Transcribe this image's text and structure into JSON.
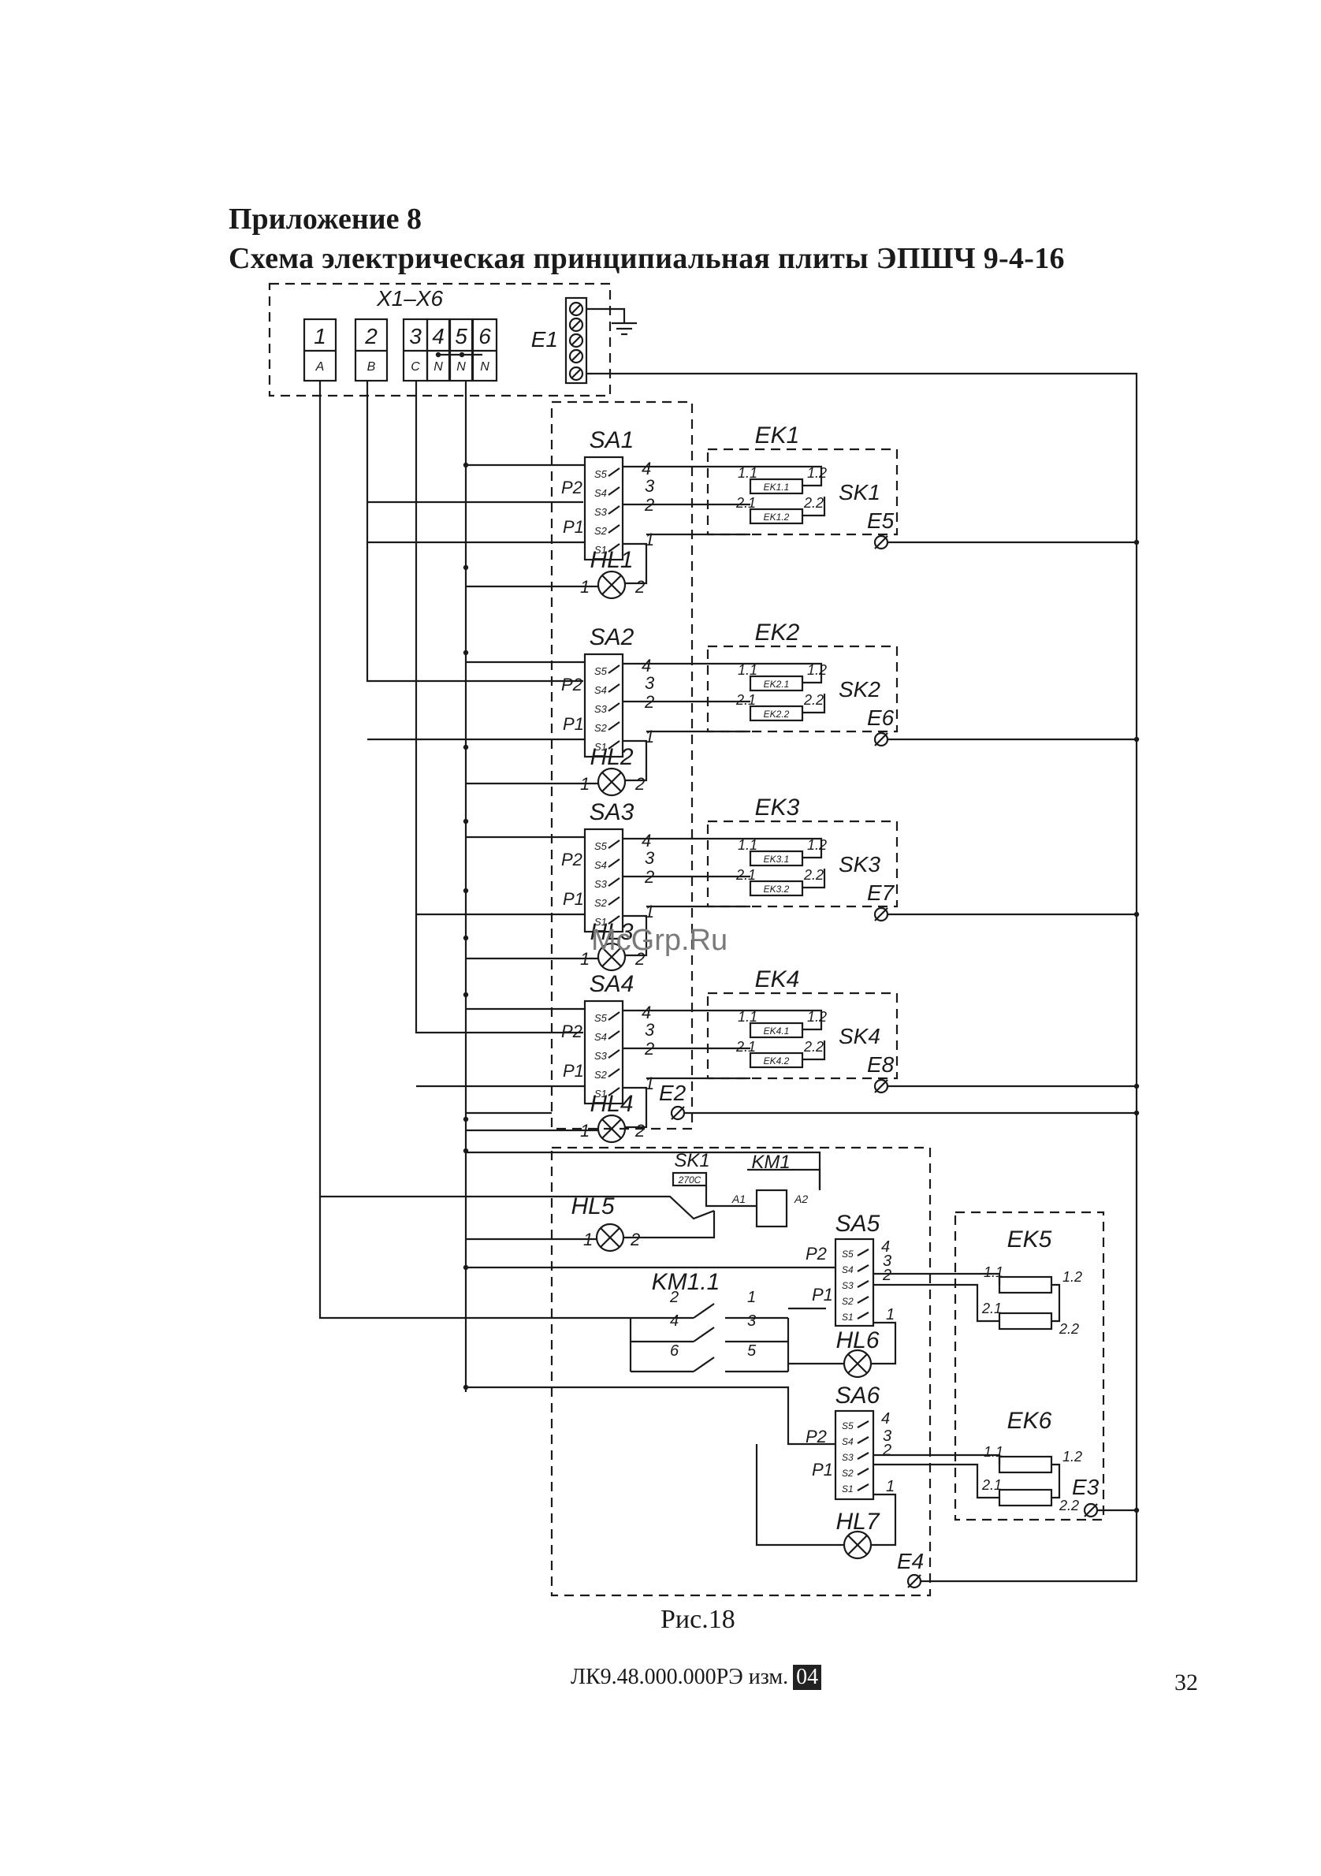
{
  "header": {
    "appendix": "Приложение 8",
    "title": "Схема электрическая принципиальная плиты ЭПШЧ 9-4-16"
  },
  "terminal": {
    "block_label": "X1–X6",
    "numbers": [
      "1",
      "2",
      "3",
      "4",
      "5",
      "6"
    ],
    "phases": [
      "A",
      "B",
      "C",
      "N",
      "N",
      "N"
    ],
    "ground_label": "E1"
  },
  "sections": [
    {
      "switch": "SA1",
      "heater": "EK1",
      "elements": [
        "EK1.1",
        "EK1.2"
      ],
      "thermostat": "SK1",
      "lamp": "HL1",
      "earth": "E5"
    },
    {
      "switch": "SA2",
      "heater": "EK2",
      "elements": [
        "EK2.1",
        "EK2.2"
      ],
      "thermostat": "SK2",
      "lamp": "HL2",
      "earth": "E6"
    },
    {
      "switch": "SA3",
      "heater": "EK3",
      "elements": [
        "EK3.1",
        "EK3.2"
      ],
      "thermostat": "SK3",
      "lamp": "HL3",
      "earth": "E7"
    },
    {
      "switch": "SA4",
      "heater": "EK4",
      "elements": [
        "EK4.1",
        "EK4.2"
      ],
      "thermostat": "SK4",
      "lamp": "HL4",
      "earth": "E8"
    }
  ],
  "switch_contacts": [
    "S5",
    "S4",
    "S3",
    "S2",
    "S1"
  ],
  "switch_pins": [
    "4",
    "3",
    "2",
    "1"
  ],
  "switch_positions": [
    "P2",
    "P1"
  ],
  "element_pins": [
    "1.1",
    "1.2",
    "2.1",
    "2.2"
  ],
  "lamp_pins": [
    "1",
    "2"
  ],
  "earth_e2": "E2",
  "oven": {
    "thermostat": "SK1",
    "thermostat_temp": "270C",
    "contactor": "KM1",
    "coil_pins": [
      "A1",
      "A2"
    ],
    "signal_lamp": "HL5",
    "contactor_contacts": "KM1.1",
    "contact_pins_left": [
      "2",
      "4",
      "6"
    ],
    "contact_pins_right": [
      "1",
      "3",
      "5"
    ],
    "switch_top": "SA5",
    "lamp_top": "HL6",
    "heater_top": "EK5",
    "switch_bottom": "SA6",
    "lamp_bottom": "HL7",
    "heater_bottom": "EK6",
    "earth_heater": "E3",
    "earth_box": "E4"
  },
  "caption": "Рис.18",
  "footer": {
    "doc_code": "ЛК9.48.000.000РЭ изм.",
    "revision": "04",
    "page": "32"
  },
  "watermark": "McGrp.Ru",
  "colors": {
    "ink": "#1a1a1a",
    "paper": "#ffffff",
    "watermark": "#7a7a7a"
  }
}
